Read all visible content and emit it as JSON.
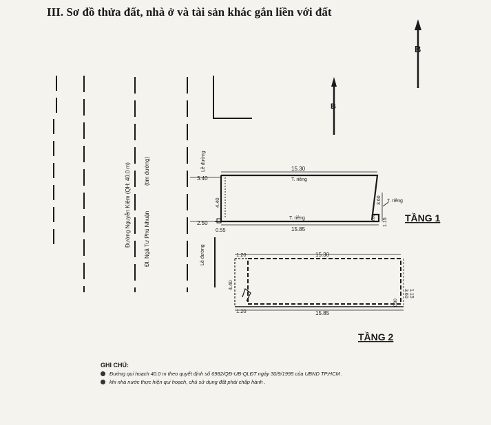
{
  "document": {
    "heading": "III. Sơ đồ thửa đất, nhà ở và tài sản khác gắn liền với đất",
    "north_label": "B"
  },
  "roads": {
    "main_road": "Đường Nguyễn Kiệm (QH: 40.0 m)",
    "intersection": "Đl. Ngã Tư Phú Nhuận",
    "center_note": "(tim đường)",
    "sidewalk": "Lề đường"
  },
  "floor1": {
    "label": "TẦNG 1",
    "top": "15.30",
    "bottom": "15.85",
    "left_top": "3.40",
    "left": "4.40",
    "left_bottom": "2.50",
    "offset": "0.55",
    "right_upper": "3.60",
    "right_lower": "1.15",
    "right_small": "0.80",
    "wall": "T. riêng"
  },
  "floor2": {
    "label": "TẦNG 2",
    "top": "15.30",
    "bottom": "15.85",
    "left_top": "1.20",
    "left": "4.40",
    "left_bottom": "1.20",
    "right_upper": "3.60",
    "right_lower": "1.15",
    "right_small": "0.80"
  },
  "notes": {
    "title": "GHI CHÚ:",
    "items": [
      "Đường qui hoạch 40.0 m theo quyết định số 6982/QĐ-UB-QLĐT ngày 30/9/1995 của UBND TP.HCM .",
      "khi nhà nước thực hiện qui hoạch, chủ sử dụng đất phải chấp hành ."
    ]
  }
}
